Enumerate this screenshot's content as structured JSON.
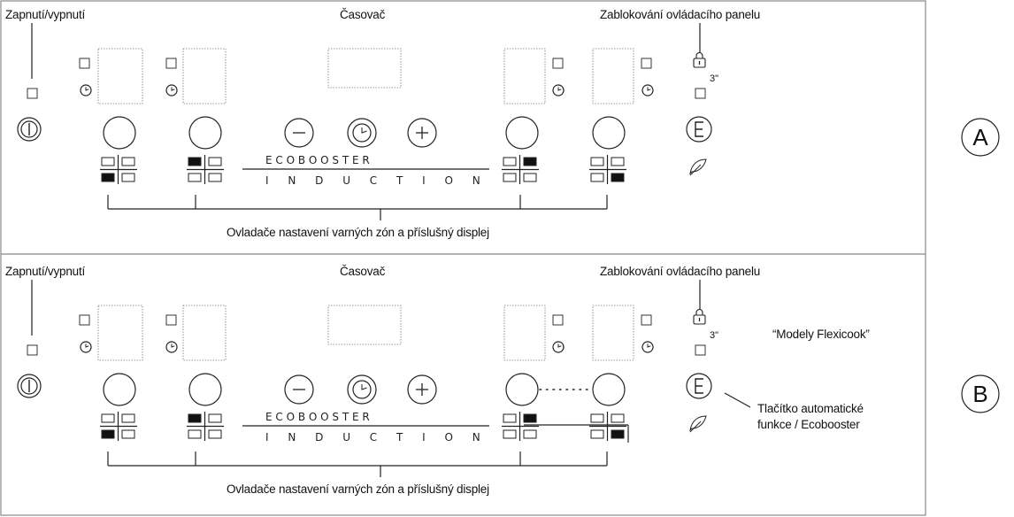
{
  "panels": [
    {
      "id": "A",
      "marker": "A",
      "label_power": "Zapnutí/vypnutí",
      "label_timer": "Časovač",
      "label_lock": "Zablokování ovládacího panelu",
      "lock_time": "3\"",
      "brand_top": "E C O      B O O S T E R",
      "brand_bottom": "I N D U C T I O N",
      "label_zones": "Ovladače nastavení varných zón a příslušný displej",
      "model_note": "",
      "auto_label_1": "",
      "auto_label_2": ""
    },
    {
      "id": "B",
      "marker": "B",
      "label_power": "Zapnutí/vypnutí",
      "label_timer": "Časovač",
      "label_lock": "Zablokování ovládacího panelu",
      "lock_time": "3\"",
      "brand_top": "E C O      B O O S T E R",
      "brand_bottom": "I N D U C T I O N",
      "label_zones": "Ovladače nastavení varných zón a příslušný displej",
      "model_note": "“Modely Flexicook”",
      "auto_label_1": "Tlačítko automatické",
      "auto_label_2": "funkce / Ecobooster"
    }
  ],
  "colors": {
    "line": "#222222",
    "border": "#888888",
    "fill_dark": "#111111"
  }
}
